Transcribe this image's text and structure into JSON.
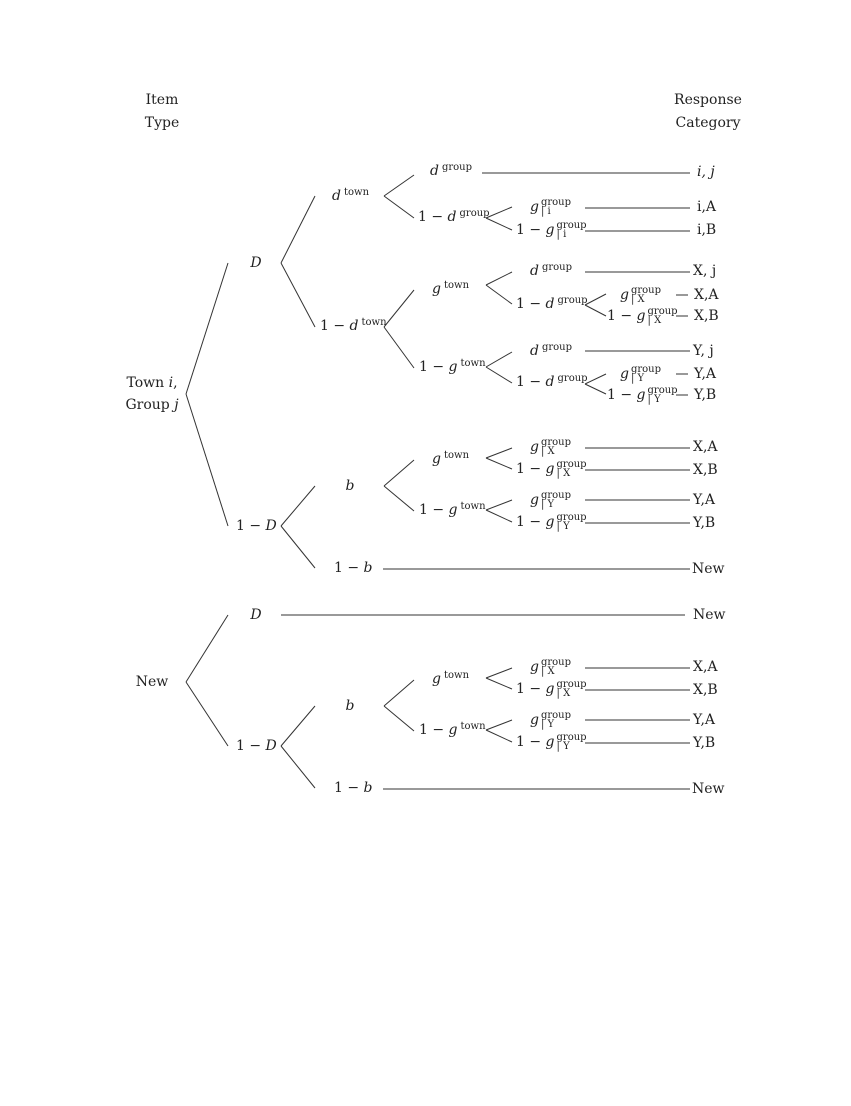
{
  "header": {
    "left": [
      "Item",
      "Type"
    ],
    "right": [
      "Response",
      "Category"
    ]
  },
  "symbols": {
    "one_minus": "1 − ",
    "d": "d",
    "g": "g",
    "b": "b",
    "D": "D",
    "town_sup": "town",
    "group_sup": "group",
    "sub_i": "| i",
    "sub_X": "| X",
    "sub_Y": "| Y"
  },
  "roots": {
    "town_line1_pre": "Town ",
    "town_line1_var": "i",
    "town_line1_post": ",",
    "town_line2_pre": "Group ",
    "town_line2_var": "j",
    "new": "New"
  },
  "categories": {
    "ij": "i, j",
    "iA": "i,A",
    "iB": "i,B",
    "Xj": "X, j",
    "XA": "X,A",
    "XB": "X,B",
    "Yj": "Y, j",
    "YA": "Y,A",
    "YB": "Y,B",
    "new": "New"
  },
  "colors": {
    "ink": "#222222",
    "line": "#333333"
  }
}
